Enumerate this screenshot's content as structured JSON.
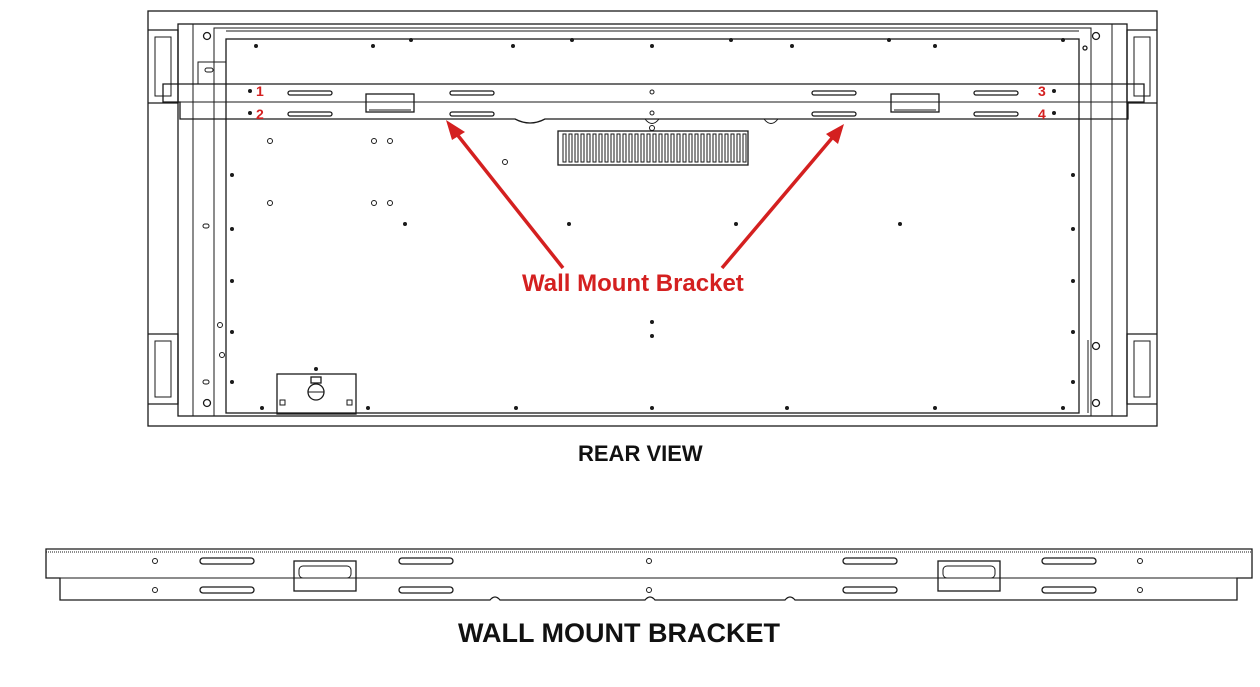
{
  "views": {
    "rear_caption": "REAR VIEW",
    "bracket_caption": "WALL MOUNT BRACKET"
  },
  "callout": {
    "text": "Wall Mount Bracket",
    "color": "#d42020"
  },
  "hole_labels": [
    "1",
    "2",
    "3",
    "4"
  ],
  "colors": {
    "line": "#1a1a1a",
    "annotation": "#d42020",
    "background": "#ffffff"
  }
}
